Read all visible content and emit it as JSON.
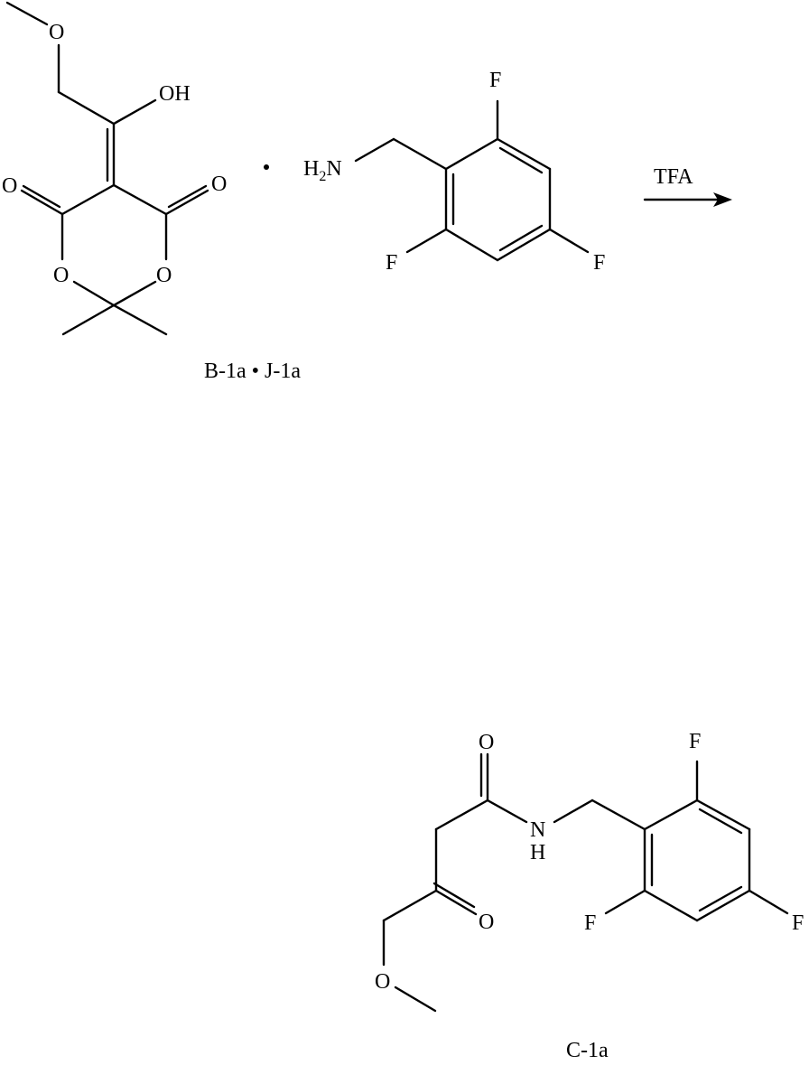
{
  "reaction": {
    "reagent": "TFA",
    "arrow": "right-arrow",
    "dot_separator": "•"
  },
  "reactants": {
    "label": "B-1a • J-1a",
    "meldrum_derivative": {
      "atoms": {
        "o_methoxy": "O",
        "oh": "OH",
        "o_carbonyl_left": "O",
        "o_carbonyl_right": "O",
        "o_ring_left": "O",
        "o_ring_right": "O"
      }
    },
    "benzylamine": {
      "atoms": {
        "amine_h": "H",
        "amine_sub": "2",
        "amine_n": "N",
        "f_top": "F",
        "f_bottom_left": "F",
        "f_right": "F"
      }
    }
  },
  "product": {
    "label": "C-1a",
    "atoms": {
      "o_amide": "O",
      "n_amide": "N",
      "h_amide": "H",
      "o_ketone": "O",
      "o_methoxy": "O",
      "f_top": "F",
      "f_bottom_left": "F",
      "f_right": "F"
    }
  }
}
